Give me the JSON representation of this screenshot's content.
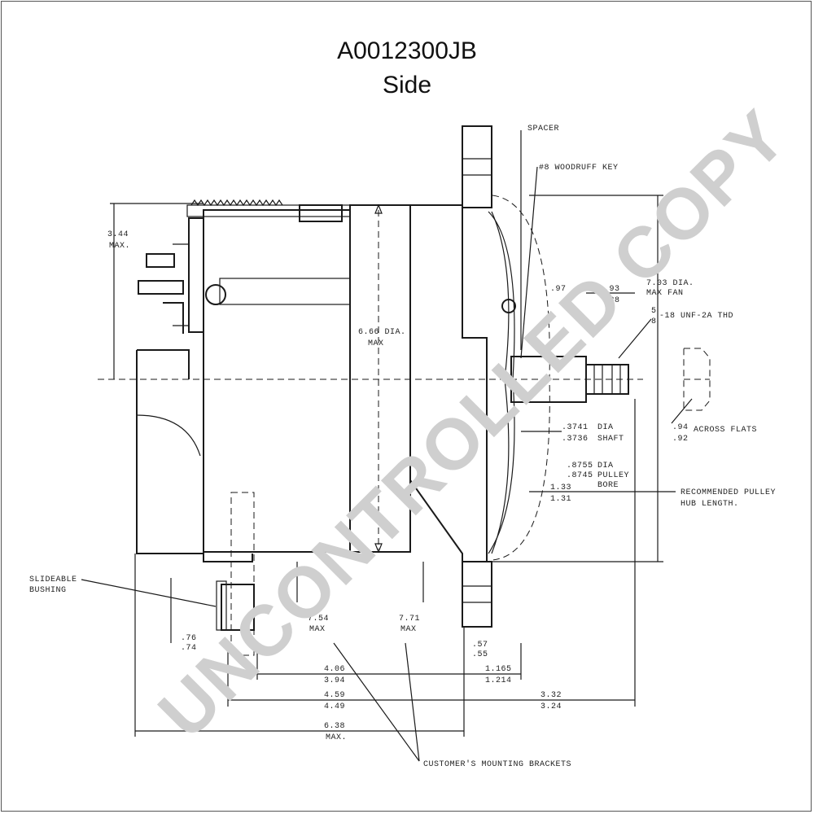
{
  "header": {
    "title": "A0012300JB",
    "subtitle": "Side"
  },
  "watermark": "UNCONTROLLED COPY",
  "callouts": {
    "spacer": "SPACER",
    "woodruff_key": "#8 WOODRUFF KEY",
    "fan_dia_top": "7.03 DIA.",
    "fan_dia_bottom": "MAX FAN",
    "thread_num": "5",
    "thread_den": "8",
    "thread_spec": "-18 UNF-2A THD",
    "across_flats": "ACROSS FLATS",
    "shaft_dia_top": "DIA",
    "shaft_dia_bottom": "SHAFT",
    "pulley_bore_1": "DIA",
    "pulley_bore_2": "PULLEY",
    "pulley_bore_3": "BORE",
    "hub_length_1": "RECOMMENDED PULLEY",
    "hub_length_2": "HUB LENGTH.",
    "bushing_1": "SLIDEABLE",
    "bushing_2": "BUSHING",
    "brackets": "CUSTOMER'S MOUNTING BRACKETS"
  },
  "dimensions": {
    "height_top": "3.44",
    "height_bottom": "MAX.",
    "body_dia_top": "6.66 DIA.",
    "body_dia_bottom": "MAX",
    "fan_offset_top": ".93",
    "fan_offset_bottom": ".88",
    "fan_small_top": ".97",
    "shaft_top": ".3741",
    "shaft_bottom": ".3736",
    "bore_top": ".8755",
    "bore_bottom": ".8745",
    "flats_top": ".94",
    "flats_bottom": ".92",
    "hub_top": "1.33",
    "hub_bottom": "1.31",
    "drop_left_top": "7.54",
    "drop_left_bottom": "MAX",
    "drop_right_top": "7.71",
    "drop_right_bottom": "MAX",
    "bush_top": ".76",
    "bush_bottom": ".74",
    "ear_top": ".57",
    "ear_bottom": ".55",
    "span1_top": "4.06",
    "span1_bottom": "3.94",
    "span2_top": "1.165",
    "span2_bottom": "1.214",
    "span3_top": "4.59",
    "span3_bottom": "4.49",
    "span4_top": "3.32",
    "span4_bottom": "3.24",
    "overall_top": "6.38",
    "overall_bottom": "MAX."
  }
}
